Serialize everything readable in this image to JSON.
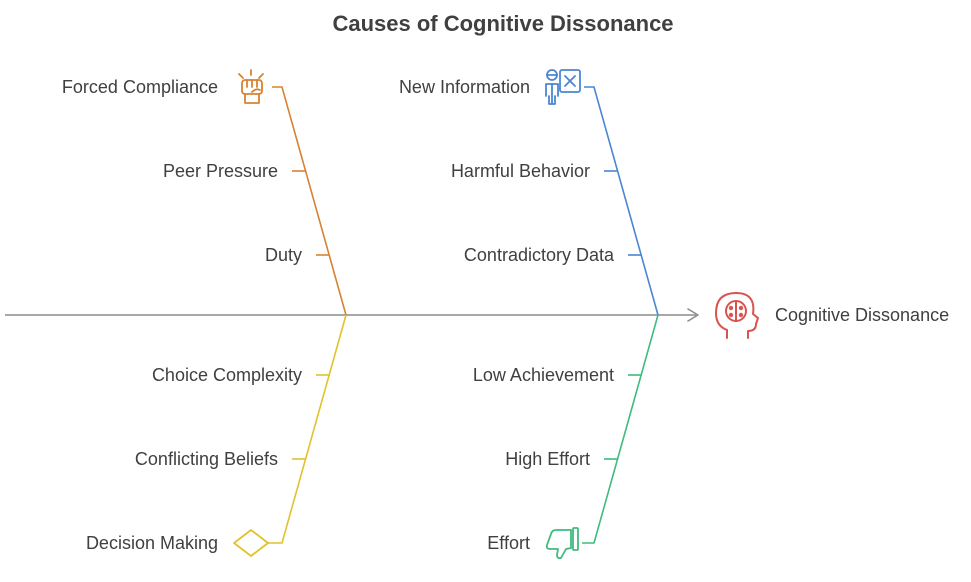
{
  "title": "Causes of Cognitive Dissonance",
  "effect": {
    "label": "Cognitive Dissonance",
    "icon": "head-brain-icon",
    "color": "#d9534f"
  },
  "spine_color": "#8c8c8c",
  "branches": [
    {
      "id": "social",
      "color": "#d68232",
      "icon": "raised-fist-icon",
      "head": "Forced Compliance",
      "items": [
        "Peer Pressure",
        "Duty"
      ]
    },
    {
      "id": "information",
      "color": "#4a86d4",
      "icon": "person-with-x-board-icon",
      "head": "New Information",
      "items": [
        "Harmful Behavior",
        "Contradictory Data"
      ]
    },
    {
      "id": "decision",
      "color": "#e1c22b",
      "icon": "diamond-icon",
      "head": "Decision Making",
      "items": [
        "Choice Complexity",
        "Conflicting Beliefs"
      ]
    },
    {
      "id": "effort",
      "color": "#3fbb7d",
      "icon": "thumbs-down-icon",
      "head": "Effort",
      "items": [
        "Low Achievement",
        "High Effort"
      ]
    }
  ]
}
